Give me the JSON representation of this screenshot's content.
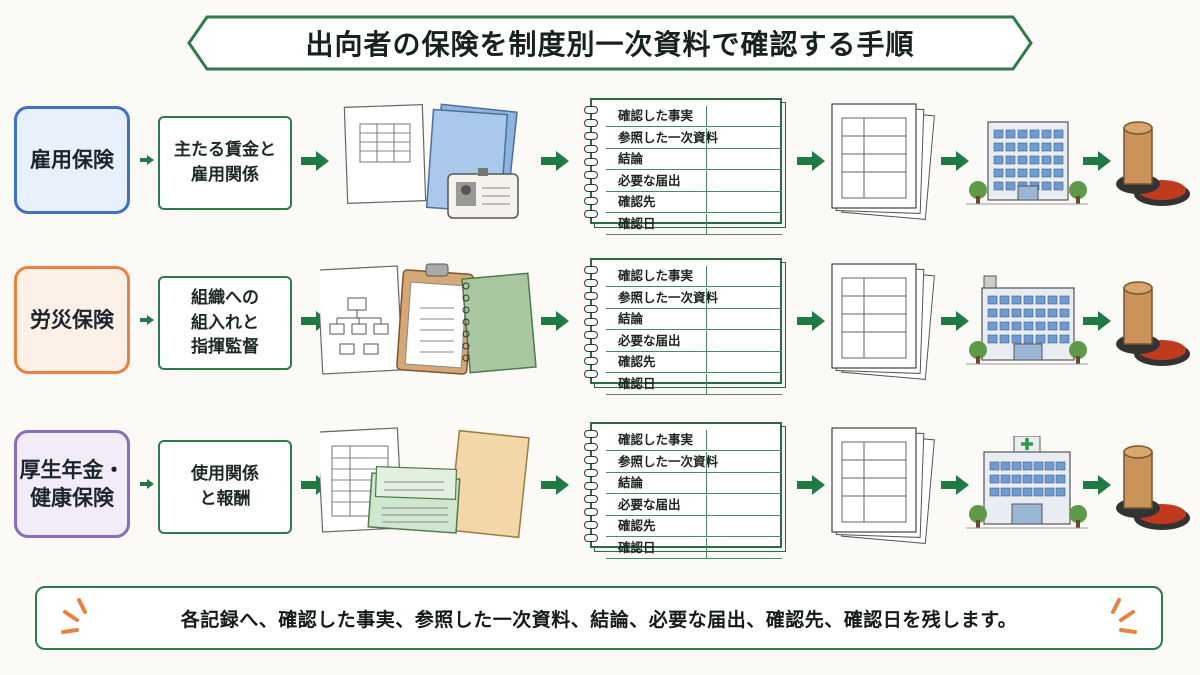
{
  "title": "出向者の保険を制度別一次資料で確認する手順",
  "rows": [
    {
      "category": "雇用保険",
      "criteria": "主たる賃金と\n雇用関係",
      "border": "#3c72c0",
      "fill": "#e8f0fb",
      "doc_icons": [
        "ledger-icon",
        "folder-icon",
        "id-card-icon"
      ],
      "building_icon": "office-building-icon"
    },
    {
      "category": "労災保険",
      "criteria": "組織への\n組入れと\n指揮監督",
      "border": "#e8823e",
      "fill": "#fdf0e6",
      "doc_icons": [
        "org-chart-icon",
        "clipboard-icon",
        "notebook-icon"
      ],
      "building_icon": "labor-office-building-icon"
    },
    {
      "category": "厚生年金・\n健康保険",
      "criteria": "使用関係\nと報酬",
      "border": "#8a6cc0",
      "fill": "#f1ecf8",
      "doc_icons": [
        "ledger-icon",
        "passbook-icon",
        "envelope-icon"
      ],
      "building_icon": "hospital-building-icon"
    }
  ],
  "checklist_items": [
    "確認した事実",
    "参照した一次資料",
    "結論",
    "必要な届出",
    "確認先",
    "確認日"
  ],
  "footer": "各記録へ、確認した事実、参照した一次資料、結論、必要な届出、確認先、確認日を残します。",
  "colors": {
    "accent": "#2e7a4c",
    "arrow": "#1f7a43",
    "stamp": "#c23a1e"
  }
}
